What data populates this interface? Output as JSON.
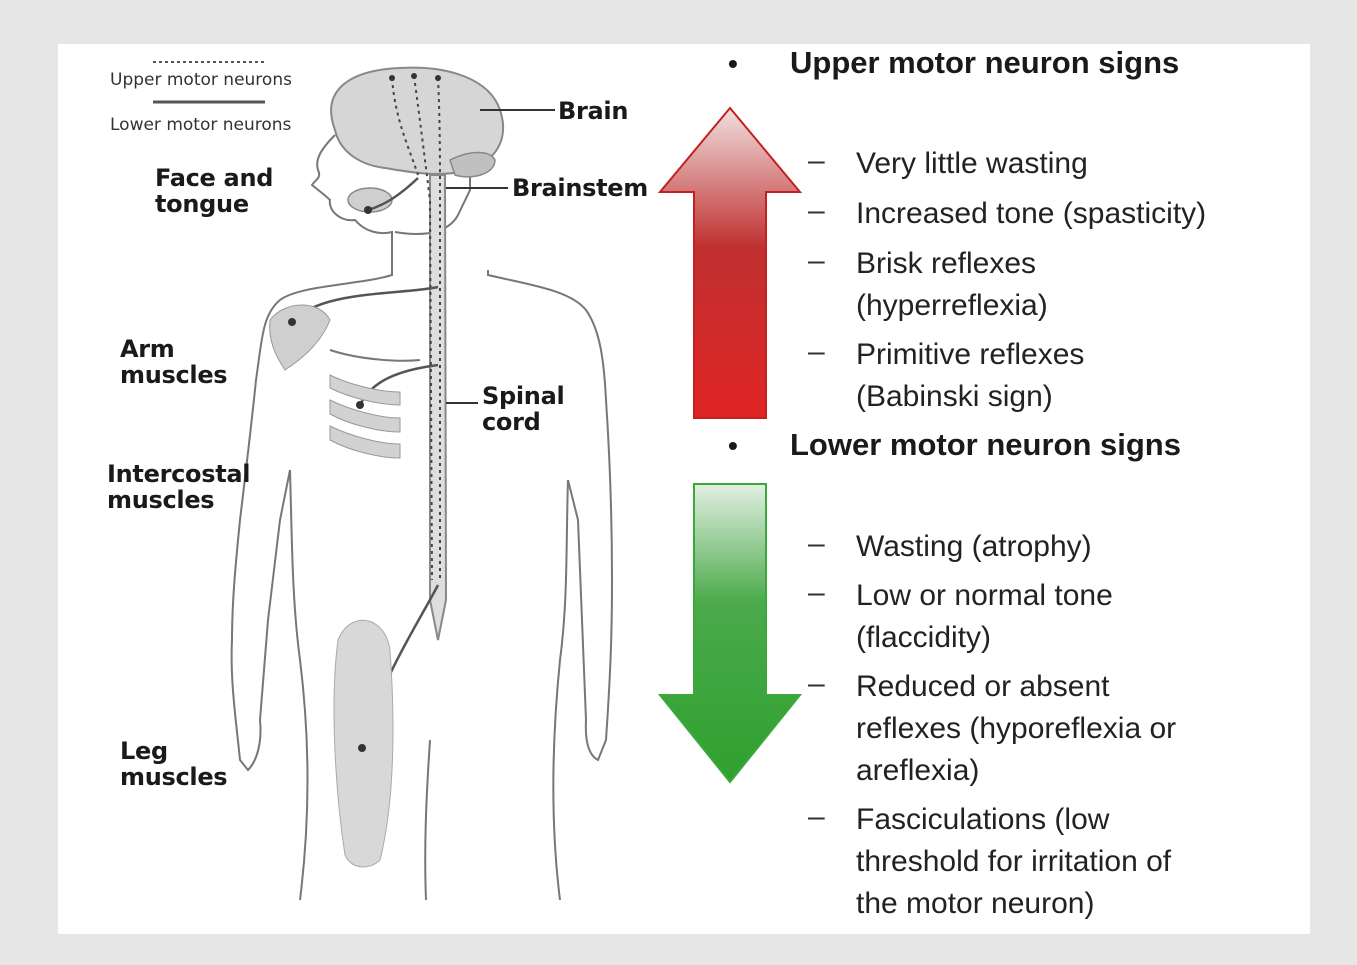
{
  "legend": {
    "upper": "Upper motor neurons",
    "lower": "Lower motor neurons"
  },
  "labels": {
    "brain": "Brain",
    "brainstem": "Brainstem",
    "spinal_cord": "Spinal\ncord",
    "face_tongue": "Face and\ntongue",
    "arm": "Arm\nmuscles",
    "intercostal": "Intercostal\nmuscles",
    "leg": "Leg\nmuscles"
  },
  "upper": {
    "heading": "Upper motor neuron signs",
    "arrow_color": "#d32020",
    "items": [
      "Very little wasting",
      "Increased tone (spasticity)",
      "Brisk reflexes\n(hyperreflexia)",
      "Primitive reflexes\n(Babinski sign)"
    ]
  },
  "lower": {
    "heading": "Lower motor neuron signs",
    "arrow_color": "#3aa83a",
    "items": [
      "Wasting (atrophy)",
      "Low or normal tone\n(flaccidity)",
      "Reduced or absent\nreflexes (hyporeflexia or\nareflexia)",
      "Fasciculations (low\nthreshold for irritation of\nthe motor neuron)"
    ]
  },
  "bullet": "•",
  "dash": "–"
}
